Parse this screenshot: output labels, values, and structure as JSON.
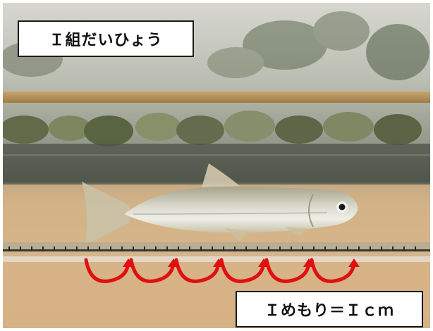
{
  "title_label": "Ｉ組だいひょう",
  "scale_label": "Ｉめもり＝Ｉｃｍ",
  "colors": {
    "arrow": "#e01010",
    "label_background": "#ffffff",
    "label_border": "#1a1a1a",
    "fish_body": "#c9c4b3",
    "water_sand": "#d8b78e"
  },
  "scene": {
    "subject": "fish-in-tank",
    "ruler_arrows": 6
  }
}
